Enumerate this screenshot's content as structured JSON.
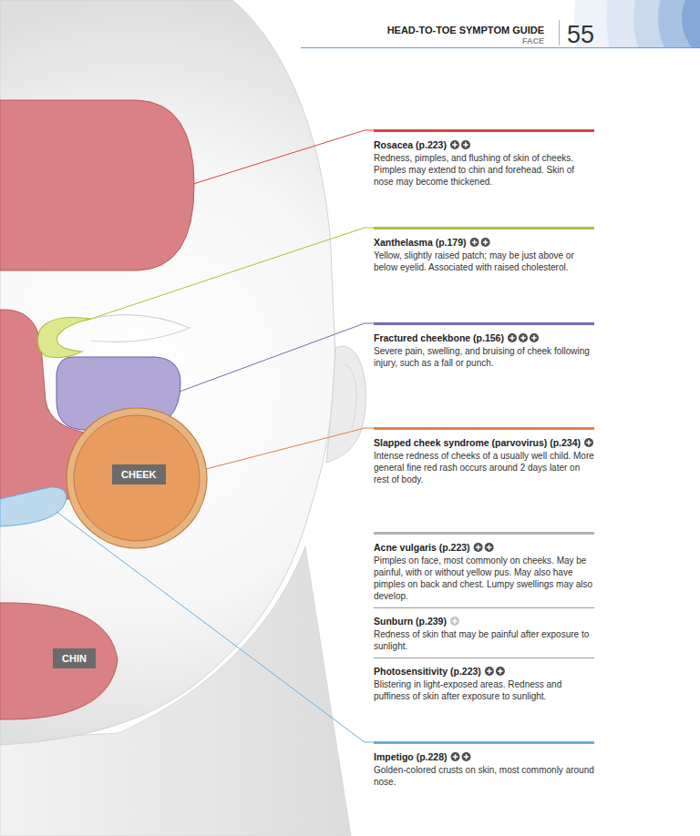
{
  "diagram": {
    "nodes": [
      {
        "text": [
          "Rosacea (p.223)",
          "Redness, pimples, and flushing of skin of cheeks. Pimples may extend to chin and forehead. Skin of nose may become thickened."
        ]
      },
      {
        "text": [
          "Xanthelasma (p.179)",
          "Yellow, slightly raised patch; may be just above or below eyelid. Associated with raised cholesterol."
        ]
      },
      {
        "text": [
          "Fractured cheekbone (p.156)",
          "Severe pain, swelling, and bruising of cheek following injury, such as a fall or punch."
        ]
      },
      {
        "text": [
          "Slapped cheek syndrome (parvovirus) (p.234)",
          "Intense redness of cheeks of a usually well child. More general fine red rash occurs around 2 days later on rest of body."
        ]
      },
      {
        "text": [
          "CHEEK"
        ]
      },
      {
        "text": [
          "Acne vulgaris (p.223)",
          "Pimples on face, most commonly on cheeks. May be painful, with or without yellow pus. May also have pimples on back and chest. Lumpy swellings may also develop."
        ]
      },
      {
        "text": [
          "Sunburn (p.239)",
          "Redness of skin that may be painful after exposure to sunlight."
        ]
      },
      {
        "text": [
          "Photosensitivity (p.223)",
          "Blistering in light-exposed areas. Redness and puffiness of skin after exposure to sunlight."
        ]
      },
      {
        "text": [
          "CHIN"
        ]
      },
      {
        "text": [
          "Impetigo (p.228)",
          "Golden-colored crusts on skin, most commonly around nose."
        ]
      }
    ],
    "labels": [
      "HEAD-TO-TOE SYMPTOM GUIDE",
      "FACE",
      "55"
    ]
  }
}
